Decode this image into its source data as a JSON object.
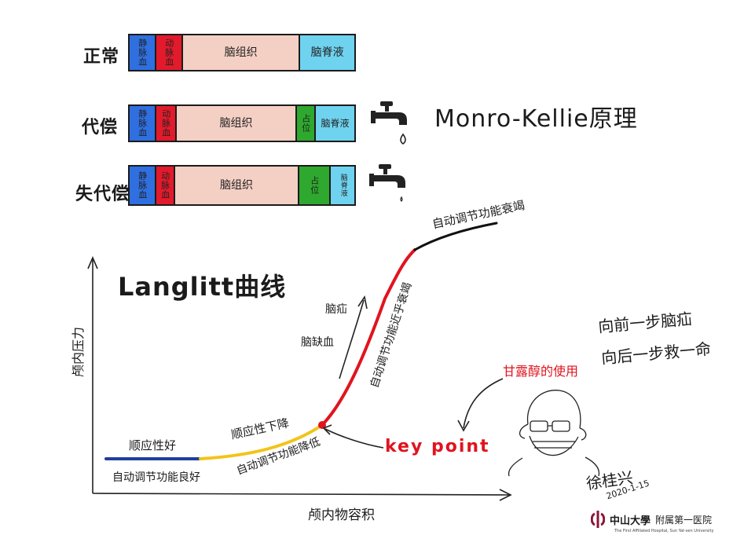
{
  "top_title": "Monro-Kellie原理",
  "rows": [
    {
      "label": "正常",
      "segments": [
        {
          "text": "静脉血",
          "color": "#2f6fe0"
        },
        {
          "text": "动脉血",
          "color": "#e21a2b"
        },
        {
          "text": "脑组织",
          "color": "#f4cfc4"
        },
        {
          "text": "脑脊液",
          "color": "#6fd3f0"
        }
      ]
    },
    {
      "label": "代偿",
      "segments": [
        {
          "text": "静脉血",
          "color": "#2f6fe0"
        },
        {
          "text": "动脉血",
          "color": "#e21a2b"
        },
        {
          "text": "脑组织",
          "color": "#f4cfc4"
        },
        {
          "text": "占位",
          "color": "#2ea82e"
        },
        {
          "text": "脑脊液",
          "color": "#6fd3f0"
        }
      ]
    },
    {
      "label": "失代偿",
      "segments": [
        {
          "text": "静脉血",
          "color": "#2f6fe0"
        },
        {
          "text": "动脉血",
          "color": "#e21a2b"
        },
        {
          "text": "脑组织",
          "color": "#f4cfc4"
        },
        {
          "text": "占位",
          "color": "#2ea82e"
        },
        {
          "text": "脑脊液",
          "color": "#6fd3f0"
        }
      ]
    }
  ],
  "curve": {
    "title": "Langlitt曲线",
    "y_axis_label": "颅内压力",
    "x_axis_label": "颅内物容积",
    "phase_blue_top": "顺应性好",
    "phase_blue_bottom": "自动调节功能良好",
    "phase_yellow_top": "顺应性下降",
    "phase_yellow_bottom": "自动调节功能降低",
    "phase_red_side": "自动调节功能近乎衰竭",
    "phase_black_top": "自动调节功能衰竭",
    "arrow_upper": "脑疝",
    "arrow_lower": "脑缺血",
    "key_point": "key point",
    "mannitol": "甘露醇的使用",
    "note_line1": "向前一步脑疝",
    "note_line2": "向后一步救一命",
    "colors": {
      "blue": "#1f3f9a",
      "yellow": "#f2c419",
      "red": "#e0141e",
      "black": "#111111"
    }
  },
  "signature": {
    "name": "徐桂兴",
    "date": "2020-1-15"
  },
  "logo": {
    "name_cn": "中山大學",
    "sub_cn": "附属第一医院",
    "name_en": "The First Affiliated Hospital, Sun Yat-sen University",
    "color": "#8b1538"
  }
}
